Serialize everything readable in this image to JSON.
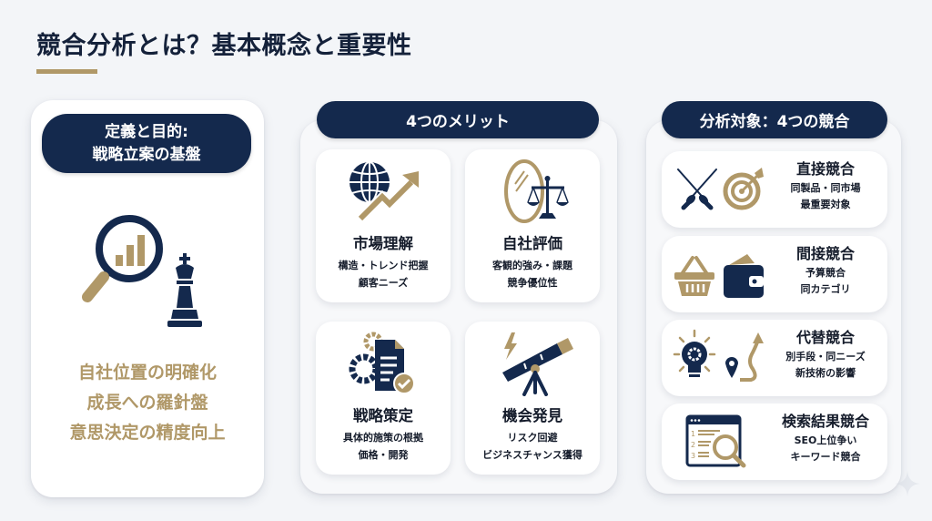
{
  "header": {
    "title": "競合分析とは？基本概念と重要性",
    "accent_color": "#b09868"
  },
  "colors": {
    "navy": "#14294d",
    "gold": "#b09868",
    "background": "#f3f5f8",
    "card": "#ffffff"
  },
  "definition": {
    "heading_line1": "定義と目的:",
    "heading_line2": "戦略立案の基盤",
    "icon": "magnifier-chart-chess-king-icon",
    "points": [
      "自社位置の明確化",
      "成長への羅針盤",
      "意思決定の精度向上"
    ]
  },
  "merits": {
    "heading": "4つのメリット",
    "items": [
      {
        "title": "市場理解",
        "line1": "構造・トレンド把握",
        "line2": "顧客ニーズ",
        "icon": "globe-growth-arrow-icon"
      },
      {
        "title": "自社評価",
        "line1": "客観的強み・課題",
        "line2": "競争優位性",
        "icon": "mirror-scales-icon"
      },
      {
        "title": "戦略策定",
        "line1": "具体的施策の根拠",
        "line2": "価格・開発",
        "icon": "gear-document-check-icon"
      },
      {
        "title": "機会発見",
        "line1": "リスク回避",
        "line2": "ビジネスチャンス獲得",
        "icon": "telescope-lightning-icon"
      }
    ]
  },
  "targets": {
    "heading": "分析対象：4つの競合",
    "items": [
      {
        "title": "直接競合",
        "line1": "同製品・同市場",
        "line2": "最重要対象",
        "icon": "crossed-swords-target-icon"
      },
      {
        "title": "間接競合",
        "line1": "予算競合",
        "line2": "同カテゴリ",
        "icon": "basket-wallet-icon"
      },
      {
        "title": "代替競合",
        "line1": "別手段・同ニーズ",
        "line2": "新技術の影響",
        "icon": "lightbulb-gear-route-icon"
      },
      {
        "title": "検索結果競合",
        "line1": "SEO上位争い",
        "line2": "キーワード競合",
        "icon": "search-results-magnifier-icon"
      }
    ]
  }
}
